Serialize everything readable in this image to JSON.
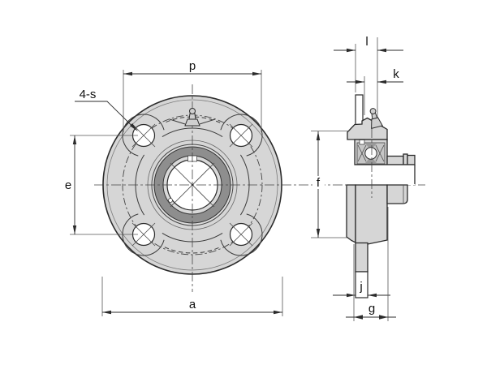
{
  "drawing": {
    "background": "#ffffff",
    "line_color": "#2b2b2b",
    "body_color": "#d6d6d6",
    "seal_color": "#8e8e8e",
    "front_view": {
      "labels": {
        "bolt_pattern": "4-s",
        "pitch_diameter": "p",
        "hole_offset": "e",
        "flange_diameter": "a"
      }
    },
    "side_view": {
      "labels": {
        "width_l": "l",
        "width_k": "k",
        "diameter_f": "f",
        "width_j": "j",
        "width_g": "g"
      }
    }
  }
}
